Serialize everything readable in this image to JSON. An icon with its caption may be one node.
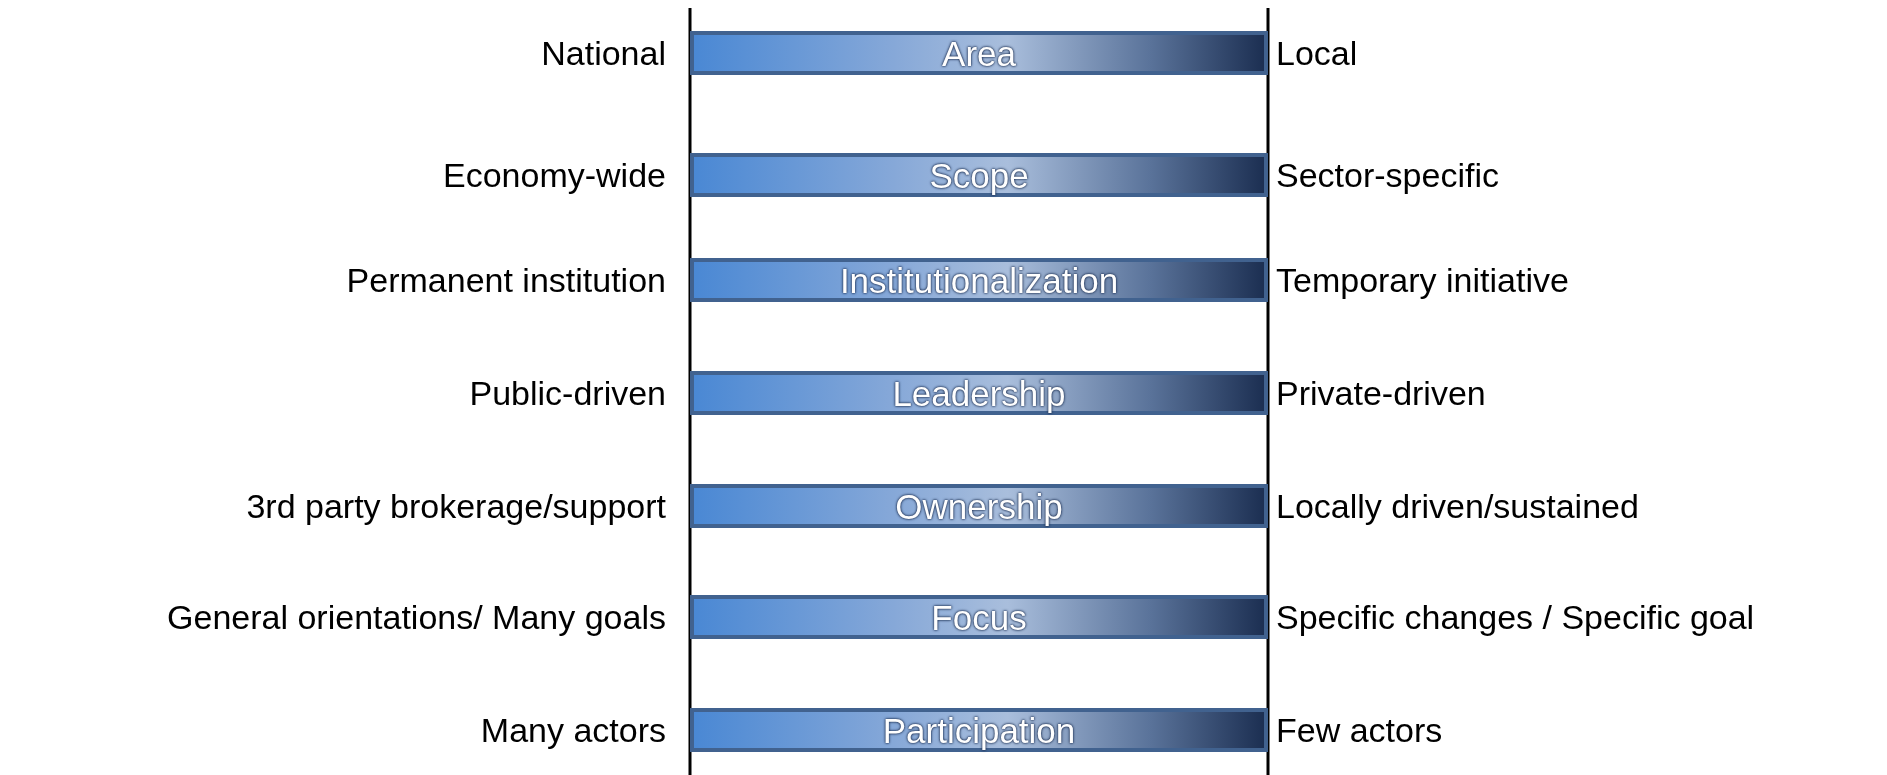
{
  "diagram": {
    "nodes": [
      {
        "text": [
          "Area"
        ],
        "beside": [
          "National",
          "Local"
        ]
      },
      {
        "text": [
          "Scope"
        ],
        "beside": [
          "Economy-wide",
          "Sector-specific"
        ]
      },
      {
        "text": [
          "Institutionalization"
        ],
        "beside": [
          "Permanent institution",
          "Temporary initiative"
        ]
      },
      {
        "text": [
          "Leadership"
        ],
        "beside": [
          "Public-driven",
          "Private-driven"
        ]
      },
      {
        "text": [
          "Ownership"
        ],
        "beside": [
          "3rd party brokerage/support",
          "Locally driven/sustained"
        ]
      },
      {
        "text": [
          "Focus"
        ],
        "beside": [
          "General orientations/ Many goals",
          "Specific changes / Specific goal"
        ]
      },
      {
        "text": [
          "Participation"
        ],
        "beside": [
          "Many actors",
          "Few actors"
        ]
      }
    ]
  }
}
